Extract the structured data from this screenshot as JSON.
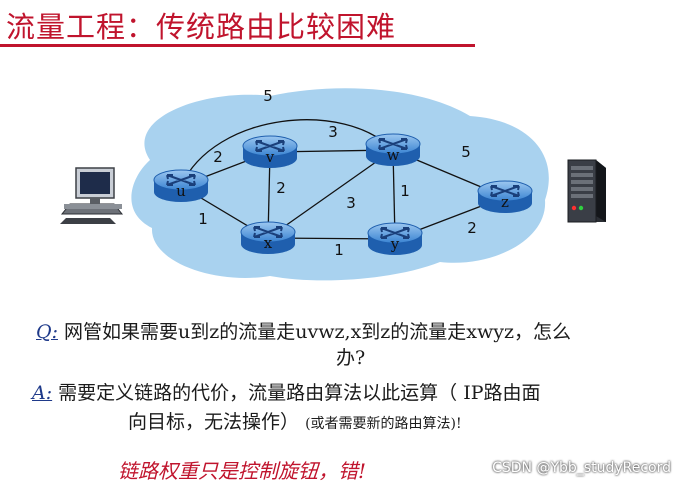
{
  "slide": {
    "title": "流量工程：传统路由比较困难"
  },
  "network": {
    "nodes": [
      {
        "id": "u",
        "label": "u"
      },
      {
        "id": "v",
        "label": "v"
      },
      {
        "id": "w",
        "label": "w"
      },
      {
        "id": "x",
        "label": "x"
      },
      {
        "id": "y",
        "label": "y"
      },
      {
        "id": "z",
        "label": "z"
      }
    ],
    "links": [
      {
        "from": "u",
        "to": "v",
        "cost": "2"
      },
      {
        "from": "u",
        "to": "x",
        "cost": "1"
      },
      {
        "from": "u",
        "to": "w",
        "cost": "5"
      },
      {
        "from": "v",
        "to": "w",
        "cost": "3"
      },
      {
        "from": "v",
        "to": "x",
        "cost": "2"
      },
      {
        "from": "x",
        "to": "w",
        "cost": "3"
      },
      {
        "from": "x",
        "to": "y",
        "cost": "1"
      },
      {
        "from": "w",
        "to": "y",
        "cost": "1"
      },
      {
        "from": "w",
        "to": "z",
        "cost": "5"
      },
      {
        "from": "y",
        "to": "z",
        "cost": "2"
      }
    ],
    "colors": {
      "cloud": "#a9d2ef",
      "router_top": "#2f7ed4",
      "router_body": "#1f5fae",
      "link": "#111111"
    },
    "icons": {
      "host": "desktop-computer-icon",
      "server": "server-tower-icon",
      "router": "router-icon"
    }
  },
  "qa": {
    "q_tag": "Q:",
    "q_line1": "网管如果需要u到z的流量走uvwz,x到z的流量走xwyz，怎么",
    "q_line2": "办?",
    "a_tag": "A:",
    "a_line1": "需要定义链路的代价，流量路由算法以此运算（ IP路由面",
    "a_line2": "向目标，无法操作）",
    "a_note": "(或者需要新的路由算法)!",
    "remark": "链路权重只是控制旋钮，错!"
  },
  "watermark": "CSDN @Ybb_studyRecord"
}
